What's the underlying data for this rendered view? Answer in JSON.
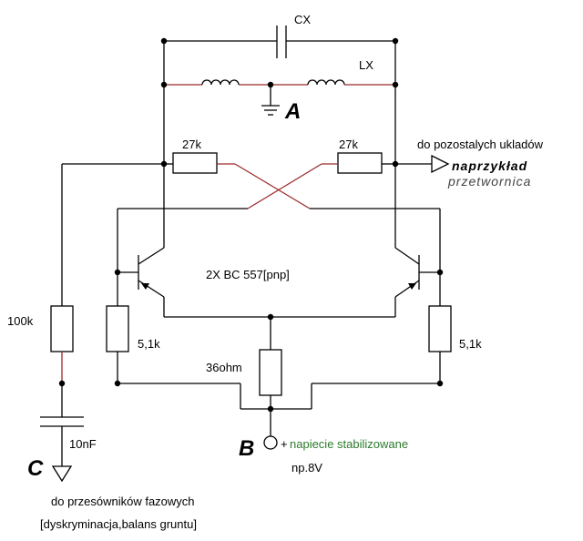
{
  "components": {
    "cx": "CX",
    "lx": "LX",
    "r_left_top": "27k",
    "r_right_top": "27k",
    "r_100k": "100k",
    "r_left_emitter": "5,1k",
    "r_right_emitter": "5,1k",
    "r_36ohm": "36ohm",
    "c_10nf": "10nF",
    "transistors": "2X BC 557[pnp]"
  },
  "nodes": {
    "a": "A",
    "b": "B",
    "c": "C"
  },
  "notes": {
    "out_right_1": "do pozostalych ukladów",
    "out_right_2": "naprzykład",
    "out_right_3": "przetwornica",
    "supply_plus": "+",
    "supply_1": "napiecie stabilizowane",
    "supply_2": "np.8V",
    "out_c_1": "do przesówników fazowych",
    "out_c_2": "[dyskryminacja,balans gruntu]"
  },
  "colors": {
    "wire": "#000000",
    "wire_accent": "#9a2a2a",
    "supply_text": "#2d7a2d"
  }
}
